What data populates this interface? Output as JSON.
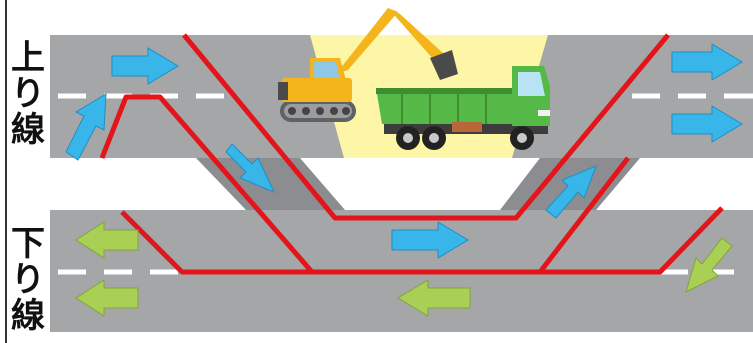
{
  "labels": {
    "up_line": [
      "上",
      "り",
      "線"
    ],
    "down_line": [
      "下",
      "り",
      "線"
    ]
  },
  "colors": {
    "road": "#a4a6a8",
    "road_shadow": "#8b8d90",
    "lane_marking": "#ffffff",
    "traffic_route": "#e3151a",
    "arrow_up_line": "#38b6ea",
    "arrow_down_line": "#a9cf55",
    "work_zone": "#fdf6a6",
    "excavator": "#f3b51b",
    "truck_cab": "#55b947",
    "truck_bed": "#3f8d2f"
  },
  "icons": [
    "excavator-icon",
    "dump-truck-icon"
  ]
}
